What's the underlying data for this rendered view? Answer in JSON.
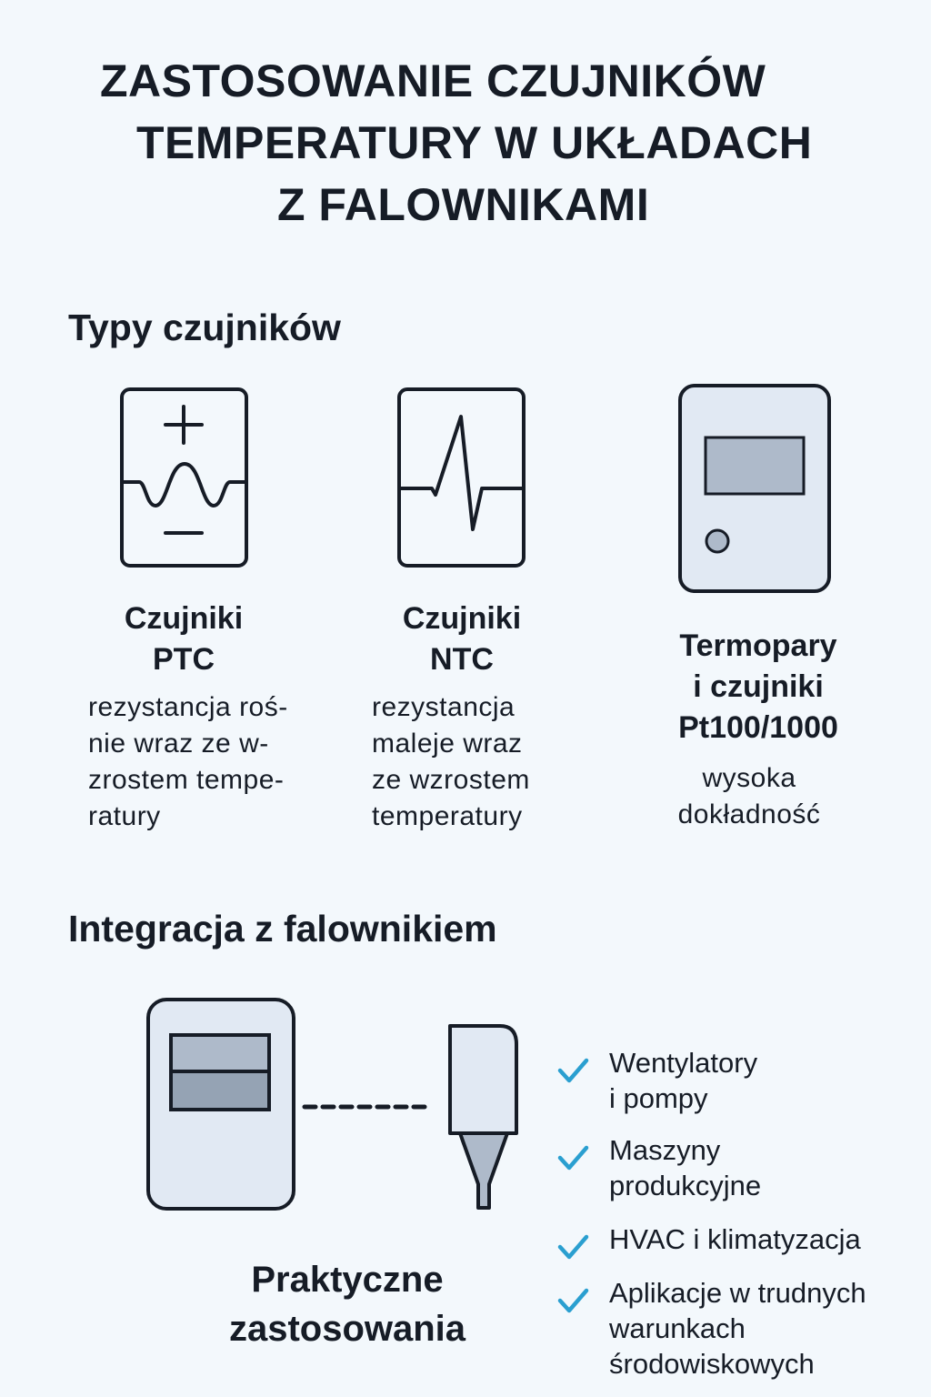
{
  "title": {
    "lines": [
      "ZASTOSOWANIE CZUJNIKÓW",
      "TEMPERATURY W UKŁADACH",
      "Z FALOWNIKAMI"
    ]
  },
  "sensor_types": {
    "heading": "Typy czujników",
    "items": [
      {
        "icon": "ptc-sensor-icon",
        "name_lines": [
          "Czujniki",
          "PTC"
        ],
        "desc_lines": [
          "rezystancja roś-",
          "nie wraz ze w-",
          "zrostem tempe-",
          "ratury"
        ]
      },
      {
        "icon": "ntc-sensor-icon",
        "name_lines": [
          "Czujniki",
          "NTC"
        ],
        "desc_lines": [
          "rezystancja",
          "maleje wraz",
          "ze wzrostem",
          "temperatury"
        ]
      },
      {
        "icon": "thermocouple-device-icon",
        "name_lines": [
          "Termopary",
          "i czujniki",
          "Pt100/1000"
        ],
        "desc_lines": [
          "wysoka",
          "dokładność"
        ]
      }
    ]
  },
  "integration": {
    "heading": "Integracja z falownikiem",
    "practical_lines": [
      "Praktyczne",
      "zastosowania"
    ],
    "applications": [
      {
        "lines": [
          "Wentylatory",
          "i pompy"
        ]
      },
      {
        "lines": [
          "Maszyny",
          "produkcyjne"
        ]
      },
      {
        "lines": [
          "HVAC i klimatyzacja"
        ]
      },
      {
        "lines": [
          "Aplikacje w trudnych",
          "warunkach",
          "środowiskowych"
        ]
      }
    ]
  },
  "colors": {
    "background": "#f3f8fc",
    "text": "#161c26",
    "check": "#2a9fd0",
    "device_fill": "#e1e9f3",
    "screen_fill": "#aebaca"
  }
}
